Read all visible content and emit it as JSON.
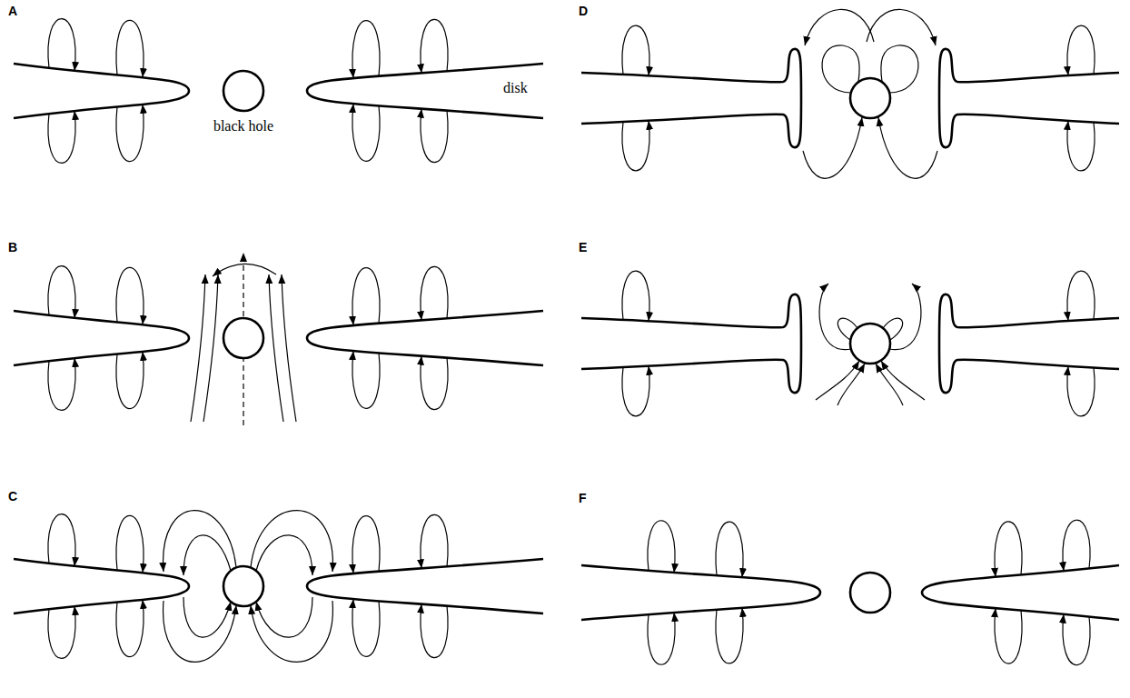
{
  "diagram": {
    "labels": [
      "A",
      "disk",
      "black hole",
      "B",
      "C",
      "D",
      "E",
      "F"
    ]
  }
}
